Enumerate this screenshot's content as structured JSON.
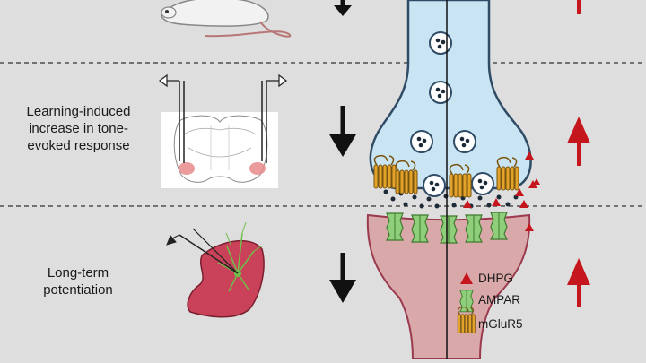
{
  "rows": [
    {
      "label": "Learning-induced increase in tone-evoked response"
    },
    {
      "label": "Long-term potentiation"
    }
  ],
  "legend": {
    "items": [
      {
        "label": "DHPG",
        "icon": "triangle-icon",
        "color": "#c4161c"
      },
      {
        "label": "AMPAR",
        "icon": "ampa-receptor-icon",
        "color": "#8fce7a"
      },
      {
        "label": "mGluR5",
        "icon": "mglur5-receptor-icon",
        "color": "#e3a22a"
      }
    ]
  },
  "colors": {
    "background": "#dedede",
    "presynaptic": "#c9e4f2",
    "postsynaptic": "#d9a8a8",
    "increase_arrow": "#c4161c",
    "decrease_arrow": "#111111"
  }
}
